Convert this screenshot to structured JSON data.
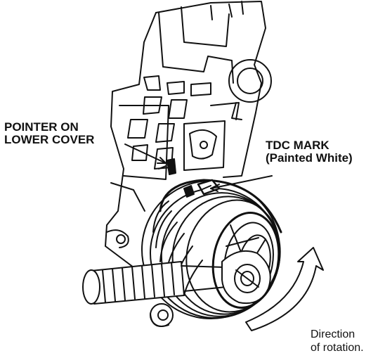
{
  "labels": {
    "pointer_line1": "POINTER ON",
    "pointer_line2": "LOWER COVER",
    "tdc_line1": "TDC MARK",
    "tdc_line2": "(Painted White)",
    "direction_line1": "Direction",
    "direction_line2": "of rotation."
  },
  "colors": {
    "ink": "#111111",
    "background": "#ffffff"
  }
}
